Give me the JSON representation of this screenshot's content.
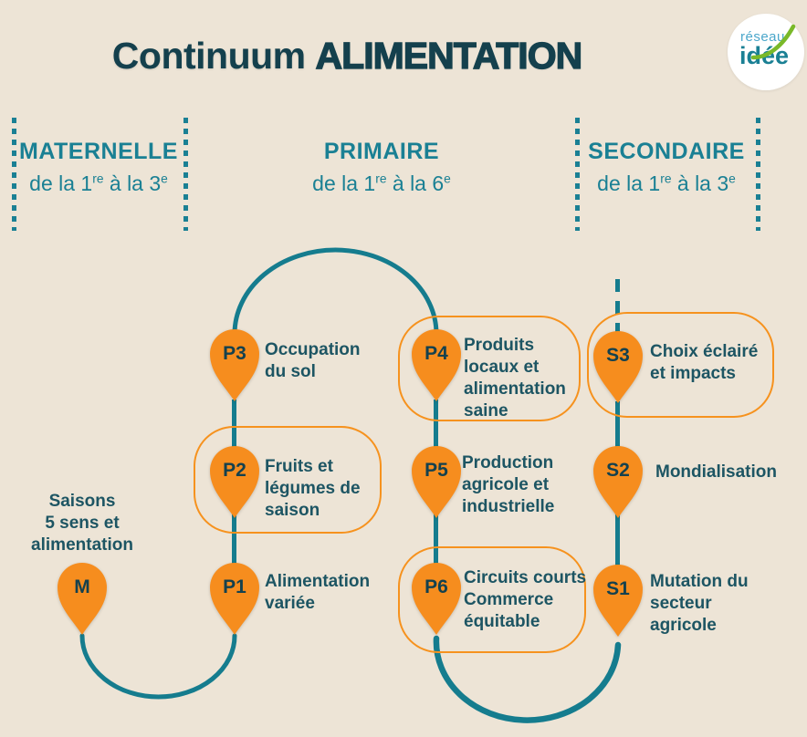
{
  "title": {
    "regular": "Continuum",
    "bold": "ALIMENTATION"
  },
  "logo": {
    "line1": "réseau",
    "line2": "idée"
  },
  "colors": {
    "background": "#EDE4D6",
    "line_teal": "#157C8E",
    "header_teal": "#1A8094",
    "title_dark": "#14404D",
    "label_dark": "#1D5563",
    "marker_orange": "#F68D1E",
    "box_orange": "#F6921E",
    "logo_blue": "#4BA7CB",
    "logo_green": "#7AB929"
  },
  "sections": [
    {
      "name": "MATERNELLE",
      "sub_a": "de la 1",
      "sup_a": "re",
      "sub_b": " à la 3",
      "sup_b": "e"
    },
    {
      "name": "PRIMAIRE",
      "sub_a": "de la 1",
      "sup_a": "re",
      "sub_b": " à la 6",
      "sup_b": "e"
    },
    {
      "name": "SECONDAIRE",
      "sub_a": "de la 1",
      "sup_a": "re",
      "sub_b": " à la 3",
      "sup_b": "e"
    }
  ],
  "markers": [
    {
      "code": "M",
      "label": [
        "Saisons",
        "5 sens et",
        "alimentation"
      ]
    },
    {
      "code": "P1",
      "label": [
        "Alimentation",
        "variée"
      ]
    },
    {
      "code": "P2",
      "label": [
        "Fruits et",
        "légumes de",
        "saison"
      ]
    },
    {
      "code": "P3",
      "label": [
        "Occupation",
        "du sol"
      ]
    },
    {
      "code": "P4",
      "label": [
        "Produits",
        "locaux et",
        "alimentation",
        "saine"
      ]
    },
    {
      "code": "P5",
      "label": [
        "Production",
        "agricole et",
        "industrielle"
      ]
    },
    {
      "code": "P6",
      "label": [
        "Circuits courts",
        "Commerce",
        "équitable"
      ]
    },
    {
      "code": "S1",
      "label": [
        "Mutation du",
        "secteur",
        "agricole"
      ]
    },
    {
      "code": "S2",
      "label": [
        "Mondialisation"
      ]
    },
    {
      "code": "S3",
      "label": [
        "Choix éclairé",
        "et impacts"
      ]
    }
  ]
}
